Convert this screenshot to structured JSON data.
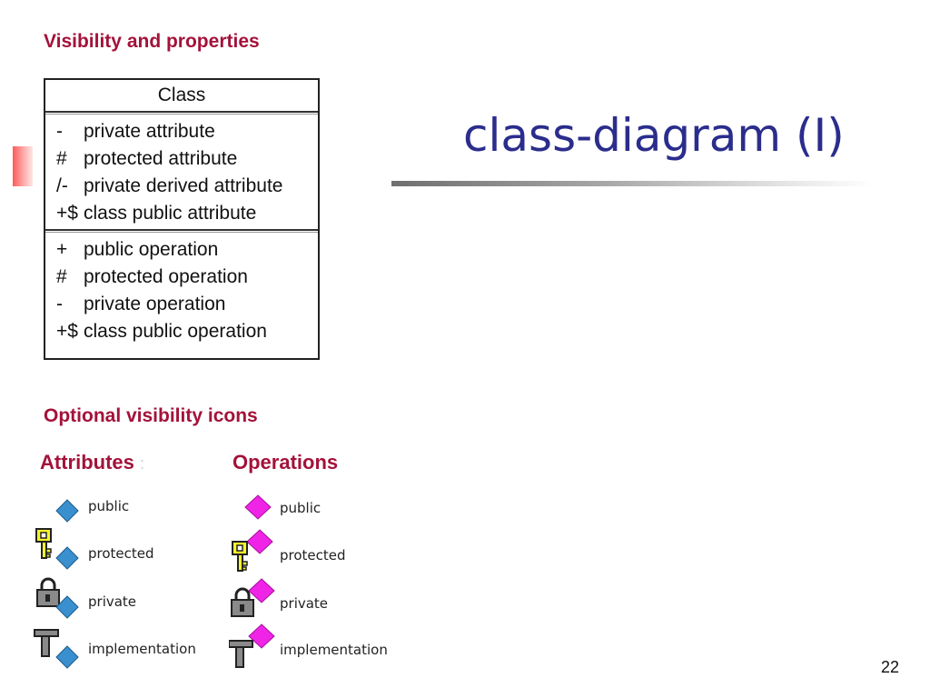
{
  "title": "class-diagram (I)",
  "section_heading": "Visibility and properties",
  "class_box": {
    "name": "Class",
    "attributes": [
      {
        "symbol": "-",
        "label": "private attribute"
      },
      {
        "symbol": "#",
        "label": "protected attribute"
      },
      {
        "symbol": "/-",
        "label": "private derived attribute"
      },
      {
        "symbol": "+$",
        "label": "class public attribute"
      }
    ],
    "operations": [
      {
        "symbol": "+",
        "label": "public operation"
      },
      {
        "symbol": "#",
        "label": "protected operation"
      },
      {
        "symbol": "-",
        "label": "private operation"
      },
      {
        "symbol": "+$",
        "label": "class public operation"
      }
    ]
  },
  "icons_heading": "Optional visibility icons",
  "attributes_heading": "Attributes",
  "attributes_colon": ":",
  "operations_heading": "Operations",
  "legend_items": [
    "public",
    "protected",
    "private",
    "implementation"
  ],
  "colors": {
    "title": "#2b2d8c",
    "heading": "#a3123a",
    "attribute_icon": "#3a8fcf",
    "operation_icon": "#f024e6",
    "key_icon": "#f5f52a",
    "lock_icon": "#8a8a8a"
  },
  "page_number": "22"
}
